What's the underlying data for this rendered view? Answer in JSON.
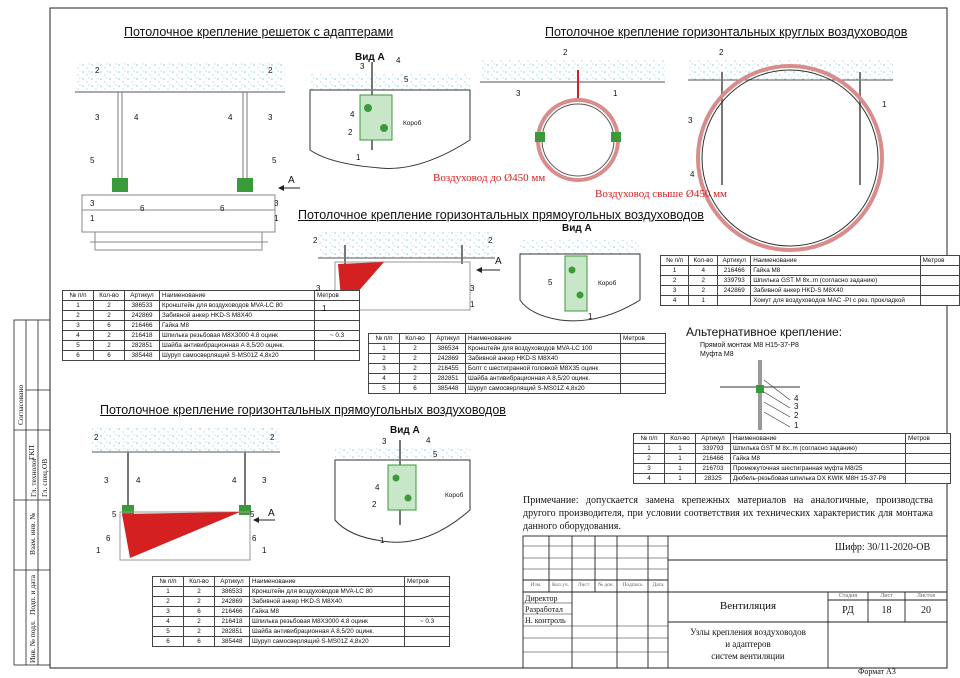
{
  "sections": {
    "s1": {
      "title": "Потолочное крепление решеток с адаптерами",
      "view": "Вид А",
      "arrow": "А",
      "box_label": "Короб",
      "callouts": [
        "2",
        "2",
        "3",
        "4",
        "4",
        "3",
        "5",
        "5",
        "3",
        "6",
        "6",
        "3",
        "1",
        "1"
      ],
      "view_callouts": [
        "3",
        "4",
        "5",
        "4",
        "2",
        "1"
      ]
    },
    "s2": {
      "title": "Потолочное крепление горизонтальных круглых воздуховодов",
      "small_label": "Воздуховод до Ø450 мм",
      "big_label": "Воздуховод свыше Ø450 мм",
      "small_callouts": [
        "2",
        "1",
        "3"
      ],
      "big_callouts": [
        "2",
        "3",
        "4",
        "1"
      ]
    },
    "s3": {
      "title": "Потолочное крепление горизонтальных прямоугольных воздуховодов",
      "view": "Вид А",
      "arrow": "А",
      "box_label": "Короб",
      "callouts": [
        "2",
        "2",
        "3",
        "1",
        "3",
        "1"
      ],
      "view_callouts": [
        "5",
        "1"
      ]
    },
    "s4": {
      "title": "Потолочное крепление горизонтальных прямоугольных воздуховодов",
      "view": "Вид А",
      "arrow": "А",
      "box_label": "Короб",
      "callouts": [
        "2",
        "2",
        "3",
        "4",
        "4",
        "3",
        "5",
        "5",
        "6",
        "6",
        "1",
        "1"
      ],
      "view_callouts": [
        "3",
        "4",
        "5",
        "4",
        "2",
        "1"
      ]
    },
    "alt": {
      "title": "Альтернативное крепление:",
      "line1": "Прямой монтаж М8 Н15-37-Р8",
      "line2": "Муфта М8",
      "callouts": [
        "4",
        "3",
        "2",
        "1"
      ]
    }
  },
  "tables": {
    "t1": {
      "headers": [
        "№ п/п",
        "Кол-во",
        "Артикул",
        "Наименование",
        "Метров"
      ],
      "rows": [
        [
          "1",
          "2",
          "386533",
          "Кронштейн для воздуховодов MVA-LC 80",
          ""
        ],
        [
          "2",
          "2",
          "242869",
          "Забивной анкер HKD-S M8X40",
          ""
        ],
        [
          "3",
          "6",
          "216466",
          "Гайка М8",
          ""
        ],
        [
          "4",
          "2",
          "216418",
          "Шпилька резьбовая M8X3000 4.8 оцинк",
          "~ 0.3"
        ],
        [
          "5",
          "2",
          "282851",
          "Шайба антивибрационная A 8,5/20 оцинк.",
          ""
        ],
        [
          "6",
          "6",
          "385448",
          "Шуруп самосверлящий S-MS01Z 4,8x20",
          ""
        ]
      ]
    },
    "t2": {
      "headers": [
        "№ п/п",
        "Кол-во",
        "Артикул",
        "Наименование",
        "Метров"
      ],
      "rows": [
        [
          "1",
          "2",
          "386534",
          "Кронштейн для воздуховодов MVA-LC 100",
          ""
        ],
        [
          "2",
          "2",
          "242869",
          "Забивной анкер HKD-S M8X40",
          ""
        ],
        [
          "3",
          "2",
          "216455",
          "Болт с шестигранной головкой M8X35 оцинк",
          ""
        ],
        [
          "4",
          "2",
          "282851",
          "Шайба антивибрационная A 8,5/20 оцинк.",
          ""
        ],
        [
          "5",
          "6",
          "385448",
          "Шуруп самосверлящий S-MS01Z 4,8x20",
          ""
        ]
      ]
    },
    "t3": {
      "headers": [
        "№ п/п",
        "Кол-во",
        "Артикул",
        "Наименование",
        "Метров"
      ],
      "rows": [
        [
          "1",
          "4",
          "216466",
          "Гайка М8",
          ""
        ],
        [
          "2",
          "2",
          "339793",
          "Шпилька GST M 8x..m (согласно заданию)",
          ""
        ],
        [
          "3",
          "2",
          "242869",
          "Забивной анкер HKD-S M8X40",
          ""
        ],
        [
          "4",
          "1",
          "",
          "Хомут для воздуховодов MAC -PI с рез. прокладкой",
          ""
        ]
      ]
    },
    "t4": {
      "headers": [
        "№ п/п",
        "Кол-во",
        "Артикул",
        "Наименование",
        "Метров"
      ],
      "rows": [
        [
          "1",
          "1",
          "339793",
          "Шпилька GST M 8x..m (согласно заданию)",
          ""
        ],
        [
          "2",
          "1",
          "216466",
          "Гайка М8",
          ""
        ],
        [
          "3",
          "1",
          "216703",
          "Промежуточная шестигранная муфта M8/25",
          ""
        ],
        [
          "4",
          "1",
          "28325",
          "Дюбель-резьбовая шпилька DX KWIK M8H 15-37-P8",
          ""
        ]
      ]
    },
    "t5": {
      "headers": [
        "№ п/п",
        "Кол-во",
        "Артикул",
        "Наименование",
        "Метров"
      ],
      "rows": [
        [
          "1",
          "2",
          "386533",
          "Кронштейн для воздуховодов MVA-LC 80",
          ""
        ],
        [
          "2",
          "2",
          "242869",
          "Забивной анкер HKD-S M8X40",
          ""
        ],
        [
          "3",
          "6",
          "216466",
          "Гайка М8",
          ""
        ],
        [
          "4",
          "2",
          "216418",
          "Шпилька резьбовая M8X3000 4.8 оцинк",
          "~ 0.3"
        ],
        [
          "5",
          "2",
          "282851",
          "Шайба антивибрационная A 8,5/20 оцинк.",
          ""
        ],
        [
          "6",
          "6",
          "385448",
          "Шуруп самосверлящий S-MS01Z 4,8x20",
          ""
        ]
      ]
    }
  },
  "note": "Примечание: допускается замена крепежных материалов на аналогичные, производства другого производителя, при условии соответствия их технических характеристик для монтажа данного оборудования.",
  "title_block": {
    "code": "Шифр: 30/11-2020-ОВ",
    "col_headers": [
      "Изм.",
      "Кол.уч.",
      "Лист",
      "№ док.",
      "Подпись",
      "Дата"
    ],
    "roles": [
      "Директор",
      "Разработал",
      "Н. контроль"
    ],
    "system": "Вентиляция",
    "description": [
      "Узлы крепления воздуховодов",
      "и адаптеров",
      "систем вентиляции"
    ],
    "stage_label": "Стадия",
    "sheet_label": "Лист",
    "sheets_label": "Листов",
    "stage": "РД",
    "sheet": "18",
    "sheets": "20",
    "format": "Формат А3"
  },
  "side_stamp": {
    "agreed": "Согласовано",
    "gip": "ГКП",
    "tech": "Гл. технолог",
    "ov": "Гл. спец.ОВ",
    "vzam": "Взам. инв. №",
    "podp": "Подп. и дата",
    "inv": "Инв. № подл."
  },
  "colors": {
    "accent_red": "#d42020",
    "bracket_green": "#3a9a3a",
    "ceiling_dots": "#8fd4e6"
  }
}
